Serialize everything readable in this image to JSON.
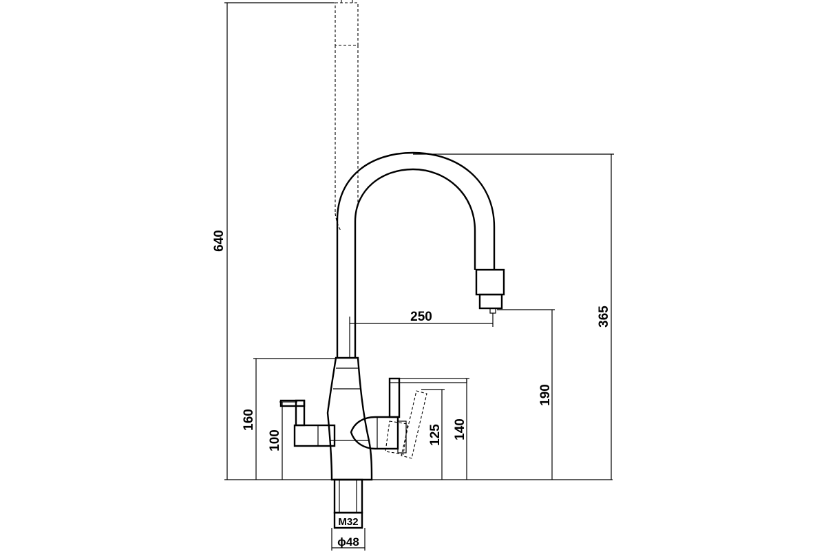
{
  "dimensions": {
    "total_height": "640",
    "spout_height": "365",
    "spout_reach": "250",
    "outlet_height": "190",
    "left_lever_top": "160",
    "left_lever_axis": "100",
    "right_lever_axis": "125",
    "right_lever_top": "140",
    "thread": "M32",
    "base_diameter": "ϕ48"
  }
}
